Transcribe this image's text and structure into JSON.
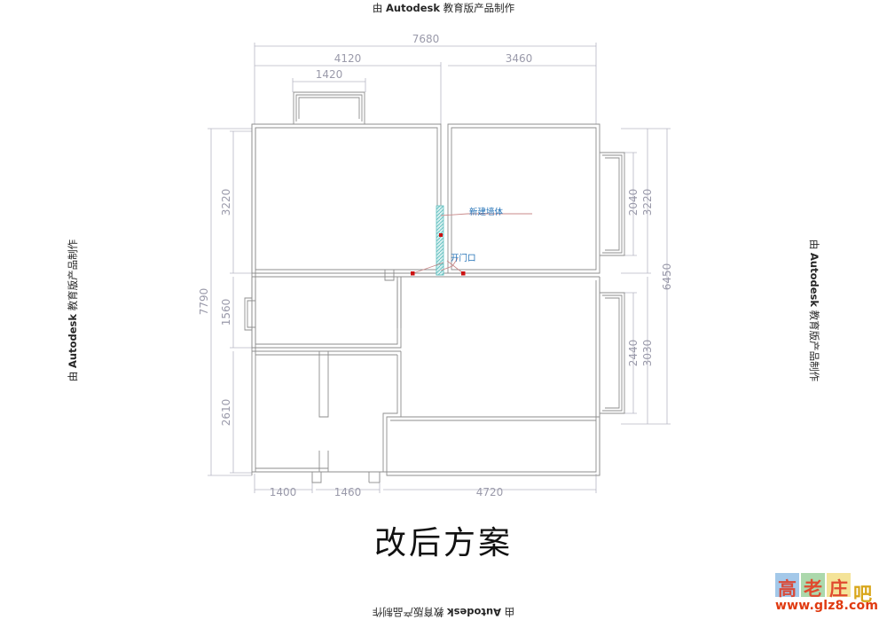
{
  "watermark": {
    "top": "由 Autodesk 教育版产品制作",
    "bottom": "由 Autodesk 教育版产品制作",
    "left": "由 Autodesk 教育版产品制作",
    "right": "由 Autodesk 教育版产品制作",
    "prefix": "由",
    "brand": "Autodesk",
    "suffix": "教育版产品制作"
  },
  "title": "改后方案",
  "annotations": [
    {
      "id": "new-wall",
      "label": "新建墙体",
      "color": "#1f6fb5"
    },
    {
      "id": "door-opening",
      "label": "开门口",
      "color": "#1f6fb5"
    }
  ],
  "dimensions": {
    "top": [
      {
        "value": "7680",
        "span": "overall-top"
      },
      {
        "value": "4120",
        "span": "top-left-segment"
      },
      {
        "value": "3460",
        "span": "top-right-segment"
      },
      {
        "value": "1420",
        "span": "top-window"
      }
    ],
    "left": [
      {
        "value": "7790",
        "span": "overall-left"
      },
      {
        "value": "3220",
        "span": "left-upper-room"
      },
      {
        "value": "1560",
        "span": "left-middle"
      },
      {
        "value": "2610",
        "span": "left-lower-room"
      }
    ],
    "right": [
      {
        "value": "6450",
        "span": "overall-right"
      },
      {
        "value": "3220",
        "span": "right-upper-room"
      },
      {
        "value": "2040",
        "span": "right-upper-balcony"
      },
      {
        "value": "3030",
        "span": "right-lower-room"
      },
      {
        "value": "2440",
        "span": "right-lower-balcony"
      }
    ],
    "bottom": [
      {
        "value": "1400",
        "span": "bottom-left-segment"
      },
      {
        "value": "1460",
        "span": "bottom-mid-segment"
      },
      {
        "value": "4720",
        "span": "bottom-right-segment"
      }
    ]
  },
  "logo": {
    "chars": [
      "高",
      "老",
      "庄",
      "吧"
    ],
    "char_colors": [
      "#d94b3a",
      "#e04a2f",
      "#e04a2f",
      "#d8a61a"
    ],
    "square_colors": [
      "#7fb3e0",
      "#8cc98c",
      "#f0d870"
    ],
    "url": "www.glz8.com",
    "url_color": "#e03a10"
  },
  "style": {
    "wall_color": "#8a8a8a",
    "dimension_color": "#b0b0c0",
    "annotation_color": "#1f6fb5",
    "marker_color": "#cc1111",
    "leader_color": "#c98a8a",
    "new_wall_color": "#5fc0c0"
  },
  "chart_data": {
    "type": "table",
    "title": "改后方案",
    "categories": [
      "top",
      "left",
      "right",
      "bottom"
    ],
    "series": [
      {
        "name": "top",
        "values": [
          7680,
          4120,
          3460,
          1420
        ]
      },
      {
        "name": "left",
        "values": [
          7790,
          3220,
          1560,
          2610
        ]
      },
      {
        "name": "right",
        "values": [
          6450,
          3220,
          2040,
          3030,
          2440
        ]
      },
      {
        "name": "bottom",
        "values": [
          1400,
          1460,
          4720
        ]
      }
    ],
    "xlabel": "",
    "ylabel": "",
    "grid": false
  }
}
